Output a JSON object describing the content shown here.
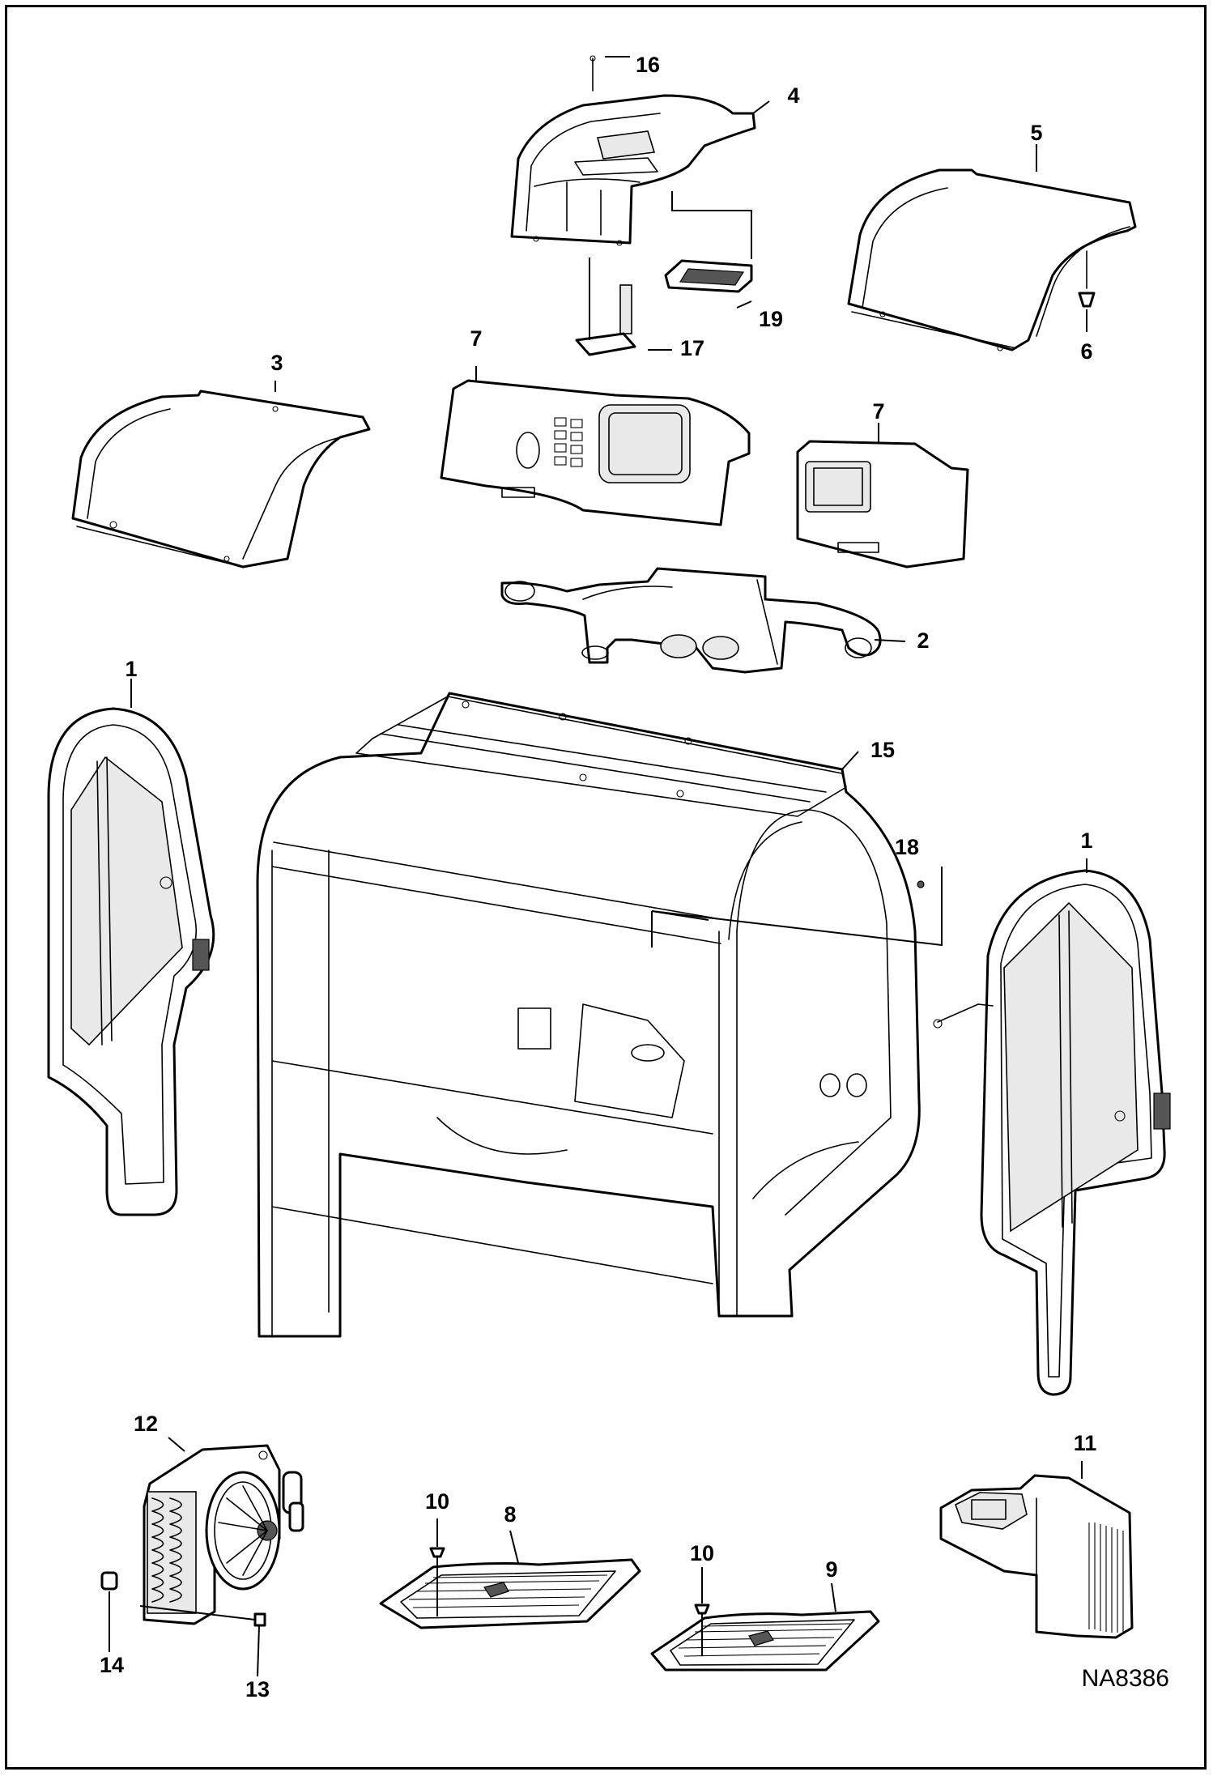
{
  "figure": {
    "reference_code": "NA8386",
    "callouts": {
      "door_left": "1",
      "door_right": "1",
      "duct": "2",
      "cover_left": "3",
      "headliner": "4",
      "cover_right": "5",
      "screw_6": "6",
      "panel_left": "7",
      "panel_right": "7",
      "floor_mat_left": "8",
      "floor_mat_right": "9",
      "screw_10_left": "10",
      "screw_10_right": "10",
      "heater": "11",
      "condenser": "12",
      "bolt_13": "13",
      "fitting_14": "14",
      "cab_frame": "15",
      "screw_16": "16",
      "bracket_17": "17",
      "nut_18": "18",
      "grille": "19"
    }
  }
}
